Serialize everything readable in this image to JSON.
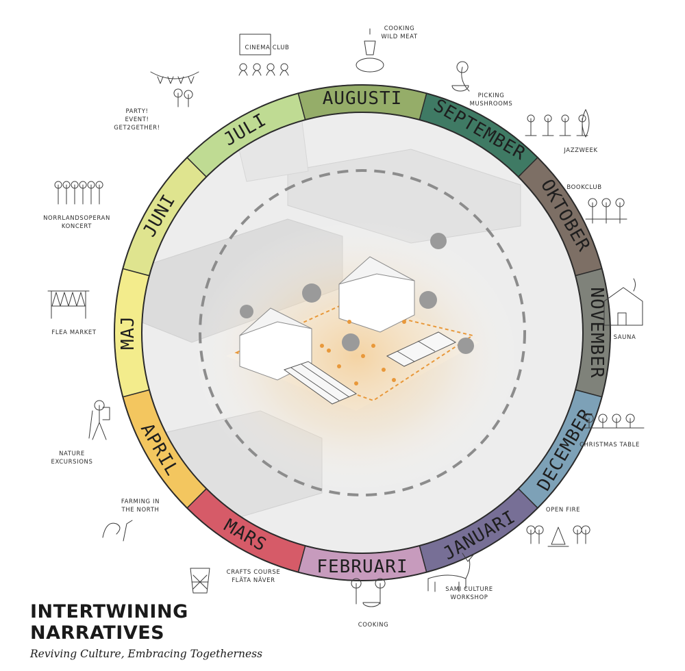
{
  "title": {
    "line1": "INTERTWINING",
    "line2": "NARRATIVES",
    "subtitle": "Reviving Culture, Embracing Togetherness"
  },
  "months": [
    {
      "label": "SEPTEMBER",
      "color": "#3f7a64"
    },
    {
      "label": "OKTOBER",
      "color": "#7d6f65"
    },
    {
      "label": "NOVEMBER",
      "color": "#7f827a"
    },
    {
      "label": "DECEMBER",
      "color": "#7da1b7"
    },
    {
      "label": "JANUARI",
      "color": "#776f96"
    },
    {
      "label": "FEBRUARI",
      "color": "#c79bbd"
    },
    {
      "label": "MARS",
      "color": "#d65b68"
    },
    {
      "label": "APRIL",
      "color": "#f3c65f"
    },
    {
      "label": "MAJ",
      "color": "#f3ec8c"
    },
    {
      "label": "JUNI",
      "color": "#dfe48f"
    },
    {
      "label": "JULI",
      "color": "#bfdb93"
    },
    {
      "label": "AUGUSTI",
      "color": "#95ad69"
    }
  ],
  "activities": [
    {
      "id": "cinema",
      "lines": [
        "CINEMA CLUB"
      ],
      "icon": "cinema-sketch-icon"
    },
    {
      "id": "cooking-meat",
      "lines": [
        "COOKING",
        "WILD MEAT"
      ],
      "icon": "grill-sketch-icon"
    },
    {
      "id": "mushrooms",
      "lines": [
        "PICKING",
        "MUSHROOMS"
      ],
      "icon": "basket-sketch-icon"
    },
    {
      "id": "jazz",
      "lines": [
        "JAZZWEEK"
      ],
      "icon": "jazz-band-sketch-icon"
    },
    {
      "id": "bookclub",
      "lines": [
        "BOOKCLUB"
      ],
      "icon": "bookclub-sketch-icon"
    },
    {
      "id": "sauna",
      "lines": [
        "SAUNA"
      ],
      "icon": "sauna-hut-sketch-icon"
    },
    {
      "id": "christmas",
      "lines": [
        "CHRISTMAS TABLE"
      ],
      "icon": "dinner-table-sketch-icon"
    },
    {
      "id": "fire",
      "lines": [
        "OPEN FIRE"
      ],
      "icon": "campfire-sketch-icon"
    },
    {
      "id": "sami",
      "lines": [
        "SAMI CULTURE",
        "WORKSHOP"
      ],
      "icon": "reindeer-sketch-icon"
    },
    {
      "id": "cooking",
      "lines": [
        "COOKING"
      ],
      "icon": "cooking-sketch-icon"
    },
    {
      "id": "crafts",
      "lines": [
        "CRAFTS COURSE",
        "FLÄTA NÄVER"
      ],
      "icon": "woven-basket-sketch-icon"
    },
    {
      "id": "farming",
      "lines": [
        "FARMING IN",
        "THE NORTH"
      ],
      "icon": "farming-hand-sketch-icon"
    },
    {
      "id": "nature",
      "lines": [
        "NATURE",
        "EXCURSIONS"
      ],
      "icon": "hiker-sketch-icon"
    },
    {
      "id": "flea",
      "lines": [
        "FLEA MARKET"
      ],
      "icon": "clothes-rack-sketch-icon"
    },
    {
      "id": "opera",
      "lines": [
        "NORRLANDSOPERAN",
        "KONCERT"
      ],
      "icon": "orchestra-sketch-icon"
    },
    {
      "id": "party",
      "lines": [
        "PARTY!",
        "EVENT!",
        "GET2GETHER!"
      ],
      "icon": "party-bunting-sketch-icon"
    }
  ]
}
